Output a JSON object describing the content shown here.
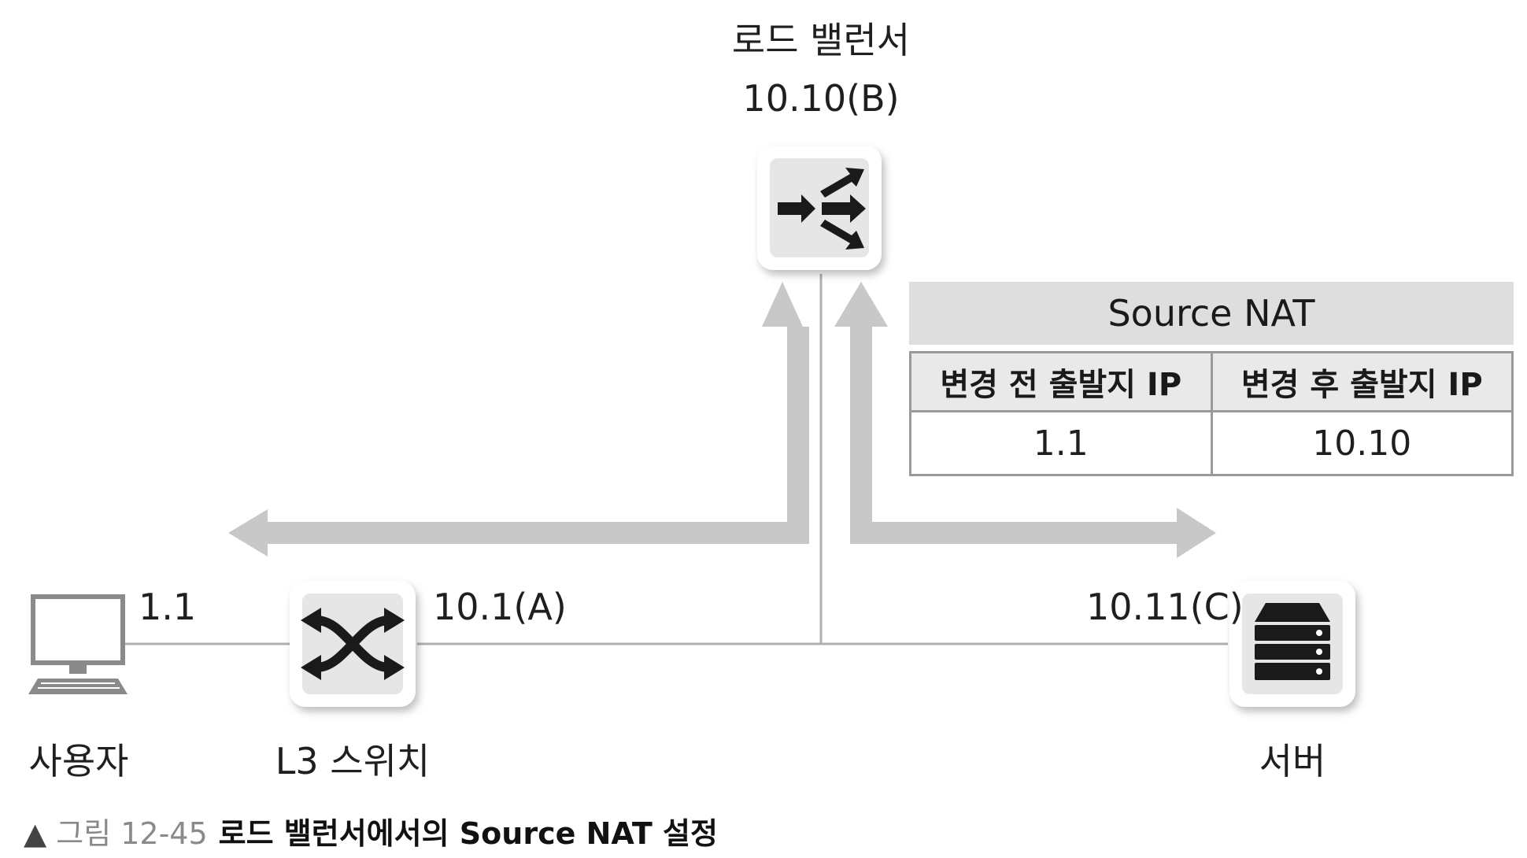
{
  "nodes": {
    "load_balancer": {
      "name": "로드 밸런서",
      "address": "10.10(B)"
    },
    "user": {
      "name": "사용자",
      "address": "1.1"
    },
    "l3_switch": {
      "name": "L3 스위치",
      "address": "10.1(A)"
    },
    "server": {
      "name": "서버",
      "address": "10.11(C)"
    }
  },
  "nat_table": {
    "title": "Source NAT",
    "headers": [
      "변경 전 출발지 IP",
      "변경 후 출발지 IP"
    ],
    "rows": [
      [
        "1.1",
        "10.10"
      ]
    ]
  },
  "caption": {
    "marker": "▲",
    "figure": "그림 12-45",
    "text": "로드 밸런서에서의 Source NAT 설정"
  },
  "icons": {
    "load_balancer": "load-balancer-icon",
    "l3_switch": "switch-icon",
    "server": "server-icon",
    "user": "computer-icon"
  },
  "colors": {
    "arrow": "#c8c8c8",
    "line": "#b0b0b0",
    "icon_fill": "#1a1a1a",
    "icon_tile": "#e6e6e6"
  }
}
